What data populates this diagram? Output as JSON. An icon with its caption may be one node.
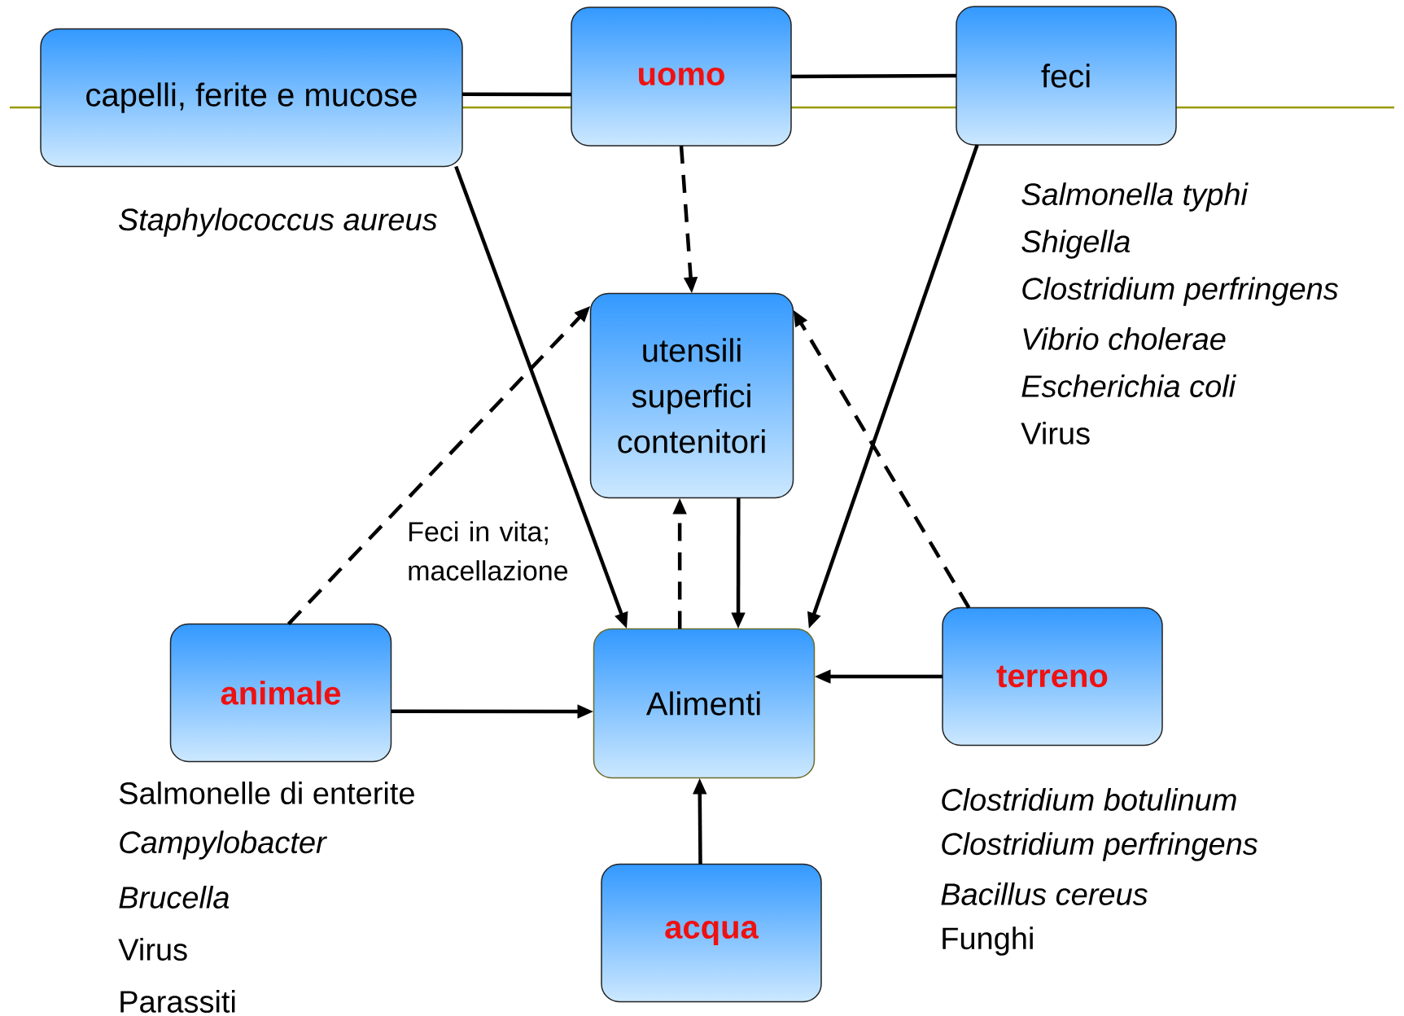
{
  "diagram": {
    "nodes": [
      {
        "text": [
          "capelli, ferite e mucose"
        ],
        "beside": [
          "*Staphylococcus aureus*"
        ]
      },
      {
        "text": [
          "uomo"
        ]
      },
      {
        "text": [
          "feci"
        ],
        "beside": [
          "*Salmonella typhi*",
          "*Shigella*",
          "*Clostridium perfringens*",
          "*Vibrio cholerae*",
          "*Escherichia coli*",
          "Virus"
        ]
      },
      {
        "text": [
          "utensili superfici contenitori"
        ]
      },
      {
        "text": [
          "animale"
        ],
        "beside": [
          "Salmonelle di enterite",
          "*Campylobacter*",
          "*Brucella*",
          "Virus",
          "Parassiti"
        ]
      },
      {
        "text": [
          "Alimenti"
        ]
      },
      {
        "text": [
          "terreno"
        ],
        "beside": [
          "*Clostridium botulinum*",
          "*Clostridium perfringens*",
          "*Bacillus cereus*",
          "Funghi"
        ]
      },
      {
        "text": [
          "acqua"
        ]
      }
    ],
    "edges": [
      {
        "from": 0,
        "to": 1,
        "arrow": "none"
      },
      {
        "from": 1,
        "to": 2,
        "arrow": "none"
      },
      {
        "from": 1,
        "to": 3,
        "arrow": "to",
        "style": "dashed"
      },
      {
        "from": 0,
        "to": 5,
        "arrow": "to"
      },
      {
        "from": 2,
        "to": 5,
        "arrow": "to"
      },
      {
        "from": 4,
        "to": 3,
        "arrow": "to",
        "style": "dashed"
      },
      {
        "from": 5,
        "to": 3,
        "arrow": "to",
        "style": "dashed"
      },
      {
        "from": 3,
        "to": 5,
        "arrow": "to"
      },
      {
        "from": 6,
        "to": 3,
        "arrow": "to",
        "style": "dashed"
      },
      {
        "from": 6,
        "to": 5,
        "arrow": "to"
      },
      {
        "from": 4,
        "to": 5,
        "arrow": "to"
      },
      {
        "from": 7,
        "to": 5,
        "arrow": "to"
      }
    ],
    "labels": [
      "Feci in vita; macellazione"
    ]
  }
}
